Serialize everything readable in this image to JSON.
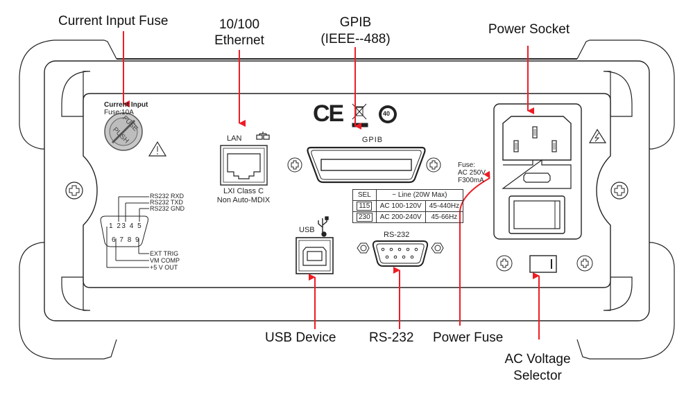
{
  "diagram": {
    "subject": "Instrument rear panel",
    "callouts": {
      "current_input_fuse": "Current Input Fuse",
      "ethernet_line1": "10/100",
      "ethernet_line2": "Ethernet",
      "gpib_line1": "GPIB",
      "gpib_line2": "(IEEE--488)",
      "power_socket": "Power Socket",
      "usb_device": "USB Device",
      "rs232": "RS-232",
      "power_fuse": "Power Fuse",
      "ac_voltage_line1": "AC Voltage",
      "ac_voltage_line2": "Selector"
    },
    "panel_labels": {
      "current_input_line1": "Current Input",
      "current_input_line2": "Fuse:10A",
      "fuse_cap_top": "FUSE",
      "fuse_cap_bottom": "PUSH",
      "lan": "LAN",
      "lan_note_line1": "LXI Class C",
      "lan_note_line2": "Non Auto-MDIX",
      "gpib": "GPIB",
      "usb": "USB",
      "rs232": "RS-232",
      "fuse_spec_line1": "Fuse:",
      "fuse_spec_line2": "AC 250V",
      "fuse_spec_line3": "F300mA",
      "ce_mark": "CE",
      "rohs_mark": "40"
    },
    "db9_pinout": {
      "top_pins": [
        "1",
        "2",
        "3",
        "4",
        "5"
      ],
      "bottom_pins": [
        "6",
        "7",
        "8",
        "9"
      ],
      "signals": [
        "RS232 RXD",
        "RS232 TXD",
        "RS232 GND",
        "EXT TRIG",
        "VM COMP",
        "+5 V OUT"
      ]
    },
    "voltage_table": {
      "header": [
        "SEL",
        "~ Line (20W Max)"
      ],
      "rows": [
        {
          "sel": "115",
          "voltage": "AC 100-120V",
          "freq": "45-440Hz"
        },
        {
          "sel": "230",
          "voltage": "AC 200-240V",
          "freq": "45-66Hz"
        }
      ]
    },
    "colors": {
      "arrow": "#ee1c24",
      "line": "#222222",
      "fuse_cap": "#c8c8c8"
    }
  }
}
